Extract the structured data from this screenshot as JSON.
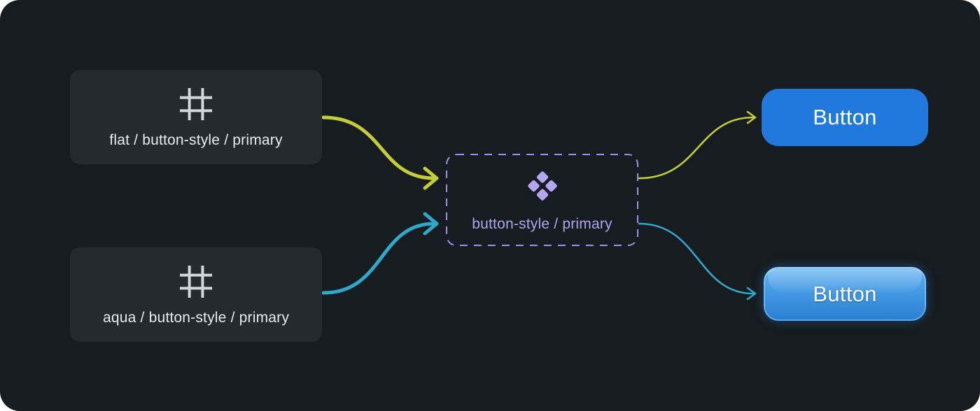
{
  "colors": {
    "canvas_bg": "#161c1f",
    "node_fill": "#242a2e",
    "node_text": "#e9ebec",
    "hash_icon": "#d4d7d7",
    "arrow_yellow": "#c3cd39",
    "arrow_teal": "#2fa8cb",
    "dashed_border": "#a18ef2",
    "component_icon": "#b4a4f2",
    "component_text": "#b2a3ef",
    "flat_button_fill": "#2179de",
    "button_text": "#ffffff"
  },
  "nodes": {
    "flat_token": {
      "label": "flat / button-style / primary",
      "icon": "hash-icon"
    },
    "aqua_token": {
      "label": "aqua / button-style / primary",
      "icon": "hash-icon"
    },
    "component": {
      "label": "button-style / primary",
      "icon": "component-icon"
    }
  },
  "buttons": {
    "flat": {
      "label": "Button",
      "style": "flat"
    },
    "aqua": {
      "label": "Button",
      "style": "aqua"
    }
  },
  "connectors": [
    {
      "name": "flat-token-to-component",
      "color": "yellow"
    },
    {
      "name": "aqua-token-to-component",
      "color": "teal"
    },
    {
      "name": "component-to-flat-button",
      "color": "yellow"
    },
    {
      "name": "component-to-aqua-button",
      "color": "teal"
    }
  ]
}
